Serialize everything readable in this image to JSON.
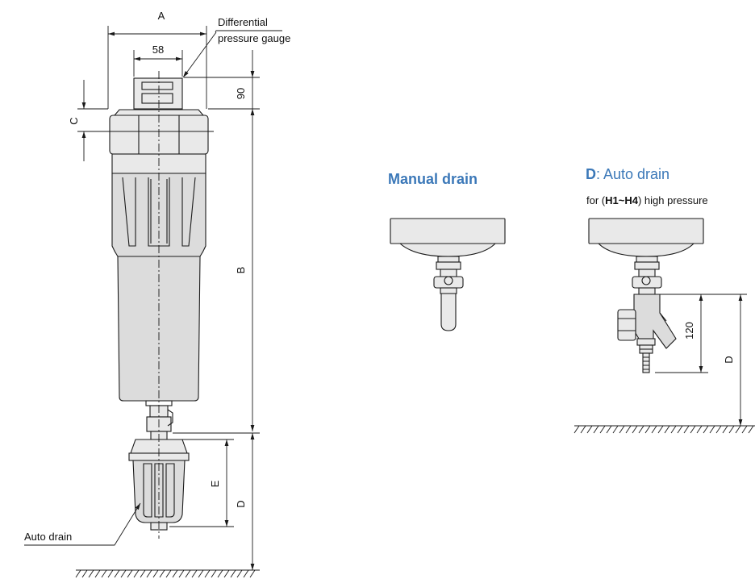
{
  "labels": {
    "dim_a": "A",
    "dim_58": "58",
    "dim_90": "90",
    "dim_c": "C",
    "dim_b": "B",
    "dim_e": "E",
    "dim_d": "D",
    "dim_120": "120",
    "dim_d2": "D",
    "gauge_line1": "Differential",
    "gauge_line2": "pressure gauge",
    "auto_drain": "Auto drain"
  },
  "manual": {
    "title": "Manual drain"
  },
  "auto": {
    "title_bold": "D",
    "title_rest": ": Auto drain",
    "sub_prefix": "for (",
    "sub_bold": "H1~H4",
    "sub_suffix": ") high pressure"
  }
}
